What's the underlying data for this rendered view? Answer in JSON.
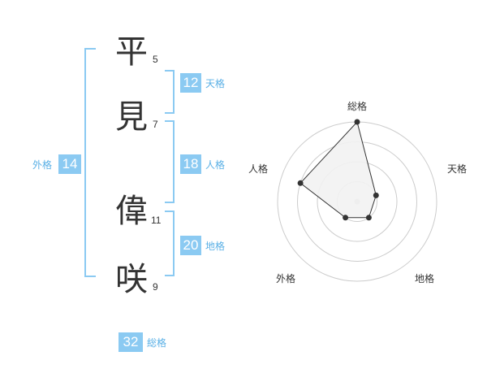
{
  "name": {
    "characters": [
      {
        "char": "平",
        "strokes": "5"
      },
      {
        "char": "見",
        "strokes": "7"
      },
      {
        "char": "偉",
        "strokes": "11"
      },
      {
        "char": "咲",
        "strokes": "9"
      }
    ]
  },
  "kaku": {
    "tenkaku": {
      "value": "12",
      "label": "天格"
    },
    "jinkaku": {
      "value": "18",
      "label": "人格"
    },
    "chikaku": {
      "value": "20",
      "label": "地格"
    },
    "gaikaku": {
      "value": "14",
      "label": "外格"
    },
    "soukaku": {
      "value": "32",
      "label": "総格"
    }
  },
  "chart_data": {
    "type": "radar",
    "axes": [
      "総格",
      "天格",
      "地格",
      "外格",
      "人格"
    ],
    "rings": 4,
    "values": [
      4,
      1,
      1,
      1,
      3
    ],
    "max": 4,
    "colors": {
      "fill": "#f2f2f2",
      "stroke": "#333333",
      "grid": "#cccccc",
      "point": "#333333"
    }
  }
}
